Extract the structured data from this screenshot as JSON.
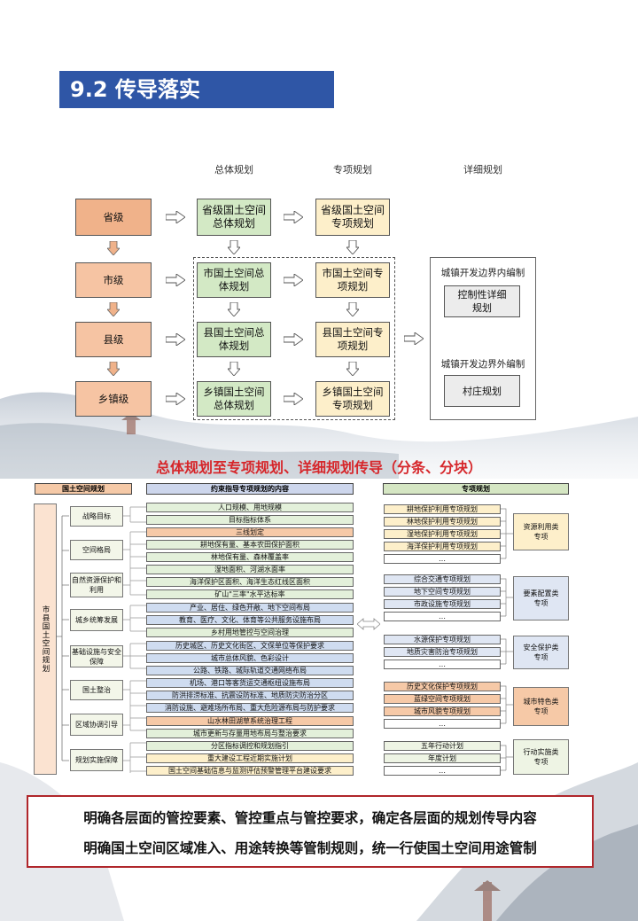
{
  "title": "9.2 传导落实",
  "columns": {
    "general": "总体规划",
    "special": "专项规划",
    "detail": "详细规划"
  },
  "levels": [
    "省级",
    "市级",
    "县级",
    "乡镇级"
  ],
  "general_plans": [
    "省级国土空间总体规划",
    "市国土空间总体规划",
    "县国土空间总体规划",
    "乡镇国土空间总体规划"
  ],
  "special_plans": [
    "省级国土空间专项规划",
    "市国土空间专项规划",
    "县国土空间专项规划",
    "乡镇国土空间专项规划"
  ],
  "detail": {
    "inside_label": "城镇开发边界内编制",
    "inside_plan": "控制性详细规划",
    "outside_label": "城镇开发边界外编制",
    "outside_plan": "村庄规划"
  },
  "subtitle": "总体规划至专项规划、详细规划传导（分条、分块）",
  "table": {
    "head_left": "国土空间规划",
    "head_mid": "约束指导专项规划的内容",
    "head_right": "专项规划",
    "root": "市县国土空间规划",
    "categories": [
      "战略目标",
      "空间格局",
      "自然资源保护和利用",
      "城乡统筹发展",
      "基础设施与安全保障",
      "国土整治",
      "区域协调引导",
      "规划实施保障"
    ],
    "items": [
      "人口规模、用地规模",
      "目标指标体系",
      "三线划定",
      "耕地保有量、基本农田保护面积",
      "林地保有量、森林覆盖率",
      "湿地面积、河湖水面率",
      "海洋保护区面积、海洋生态红线区面积",
      "矿山\"三率\"水平达标率",
      "产业、居住、绿色开敞、地下空间布局",
      "教育、医疗、文化、体育等公共服务设施布局",
      "乡村用地管控与空间治理",
      "历史城区、历史文化街区、文保单位等保护要求",
      "城市总体风貌、色彩设计",
      "公路、铁路、城际轨道交通网络布局",
      "机场、港口等客货运交通枢纽设施布局",
      "防洪排涝标准、抗震设防标准、地质防灾防治分区",
      "消防设施、避难场所布局、重大危险源布局与防护要求",
      "山水林田湖草系统治理工程",
      "城市更新与存量用地布局与整治要求",
      "分区指标调控和规划指引",
      "重大建设工程近期实施计划",
      "国土空间基础信息与监测评估预警管理平台建设要求"
    ],
    "groups": [
      {
        "items": [
          "耕地保护利用专项规划",
          "林地保护利用专项规划",
          "湿地保护利用专项规划",
          "海洋保护利用专项规划",
          "…"
        ],
        "label": "资源利用类专项"
      },
      {
        "items": [
          "综合交通专项规划",
          "地下空间专项规划",
          "市政设施专项规划",
          "…"
        ],
        "label": "要素配置类专项"
      },
      {
        "items": [
          "水源保护专项规划",
          "地质灾害防治专项规划",
          "…"
        ],
        "label": "安全保护类专项"
      },
      {
        "items": [
          "历史文化保护专项规划",
          "蓝绿空间专项规划",
          "城市风貌专项规划",
          "…"
        ],
        "label": "城市特色类专项"
      },
      {
        "items": [
          "五年行动计划",
          "年度计划",
          "…"
        ],
        "label": "行动实施类专项"
      }
    ]
  },
  "bottom": [
    "明确各层面的管控要素、管控重点与管控要求，确定各层面的规划传导内容",
    "明确国土空间区域准入、用途转换等管制规则，统一行使国土空间用途管制"
  ],
  "colors": {
    "title_bg": "#2f56a6",
    "level": "#f6c4a3",
    "general": "#d3e9c5",
    "special": "#fdefca",
    "accent_red": "#d6262a",
    "border_red": "#b0262b"
  }
}
